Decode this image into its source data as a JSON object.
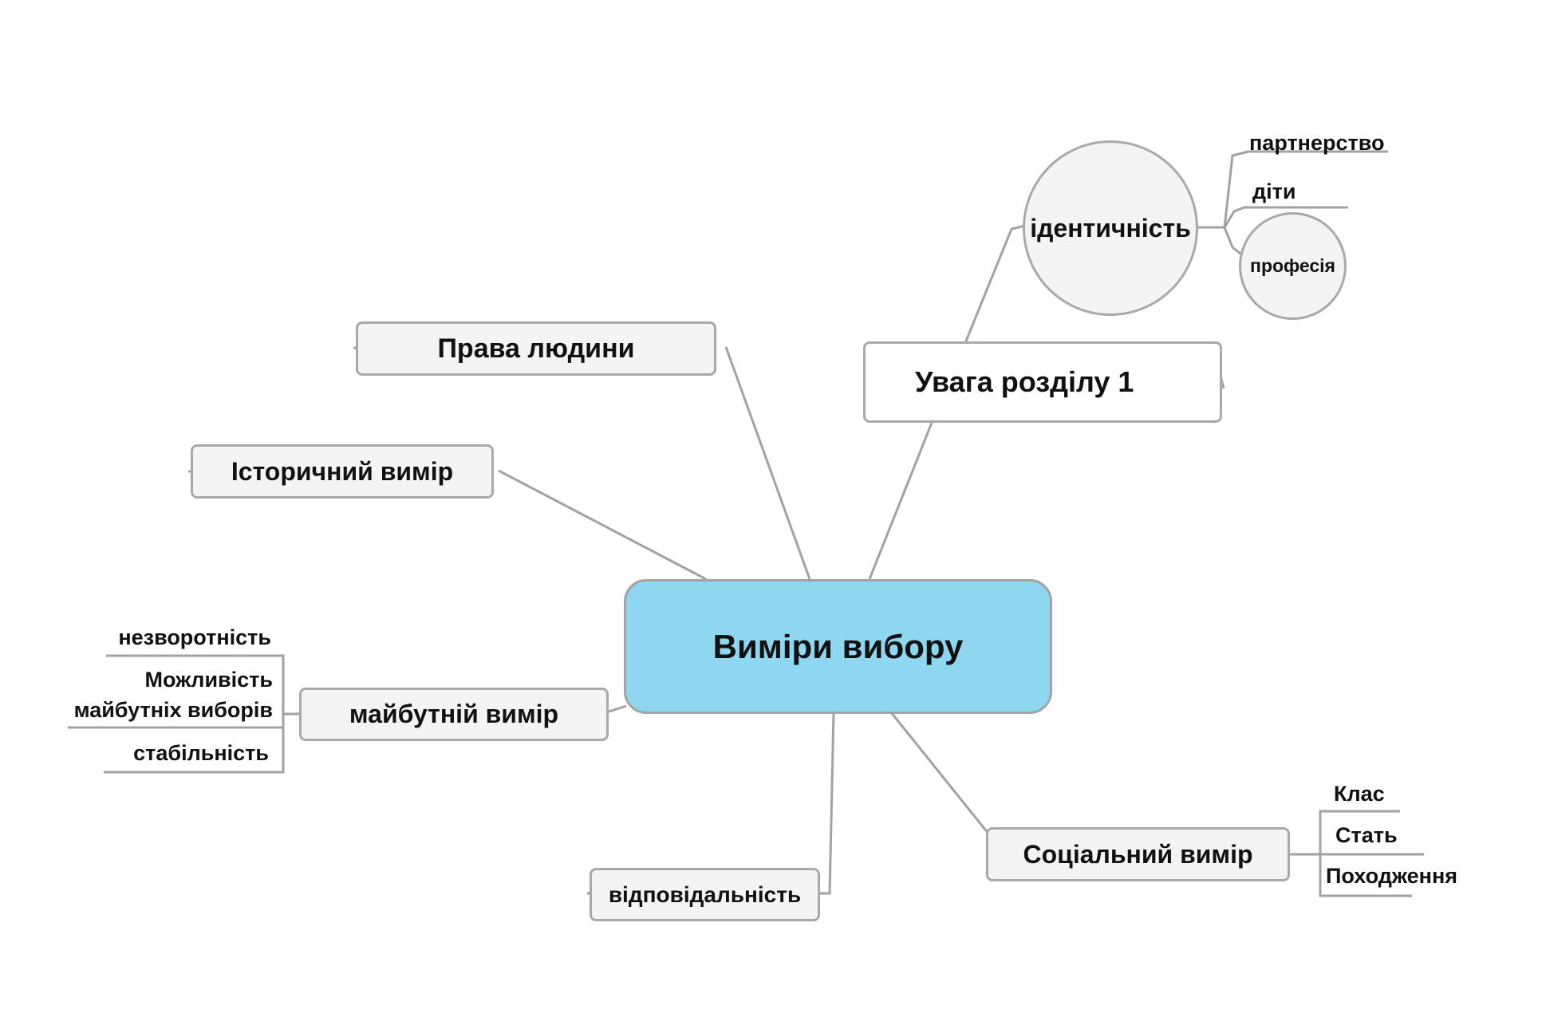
{
  "center": {
    "label": "Виміри вибору"
  },
  "branches": {
    "human_rights": {
      "label": "Права людини"
    },
    "historical": {
      "label": "Історичний вимір"
    },
    "future": {
      "label": "майбутній вимір",
      "children": [
        "незворотність",
        "Можливість\nмайбутніх виборів",
        "стабільність"
      ]
    },
    "responsibility": {
      "label": "відповідальність"
    },
    "social": {
      "label": "Соціальний вимір",
      "children": [
        "Клас",
        "Стать",
        "Походження"
      ]
    },
    "focus": {
      "label": "Увага розділу 1",
      "identity": {
        "label": "ідентичність",
        "children": [
          "партнерство",
          "діти",
          "професія"
        ]
      }
    }
  },
  "colors": {
    "center_fill": "#8fd6f0",
    "node_fill": "#f4f4f4",
    "line": "#a2a2a2"
  }
}
